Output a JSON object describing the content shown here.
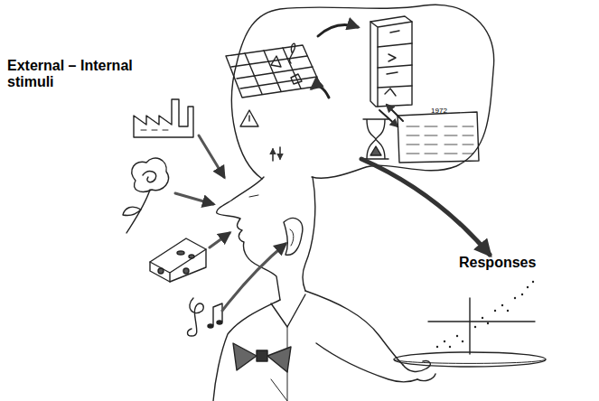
{
  "diagram": {
    "labels": [
      "External – Internal stimuli",
      "Responses",
      "1972"
    ]
  }
}
